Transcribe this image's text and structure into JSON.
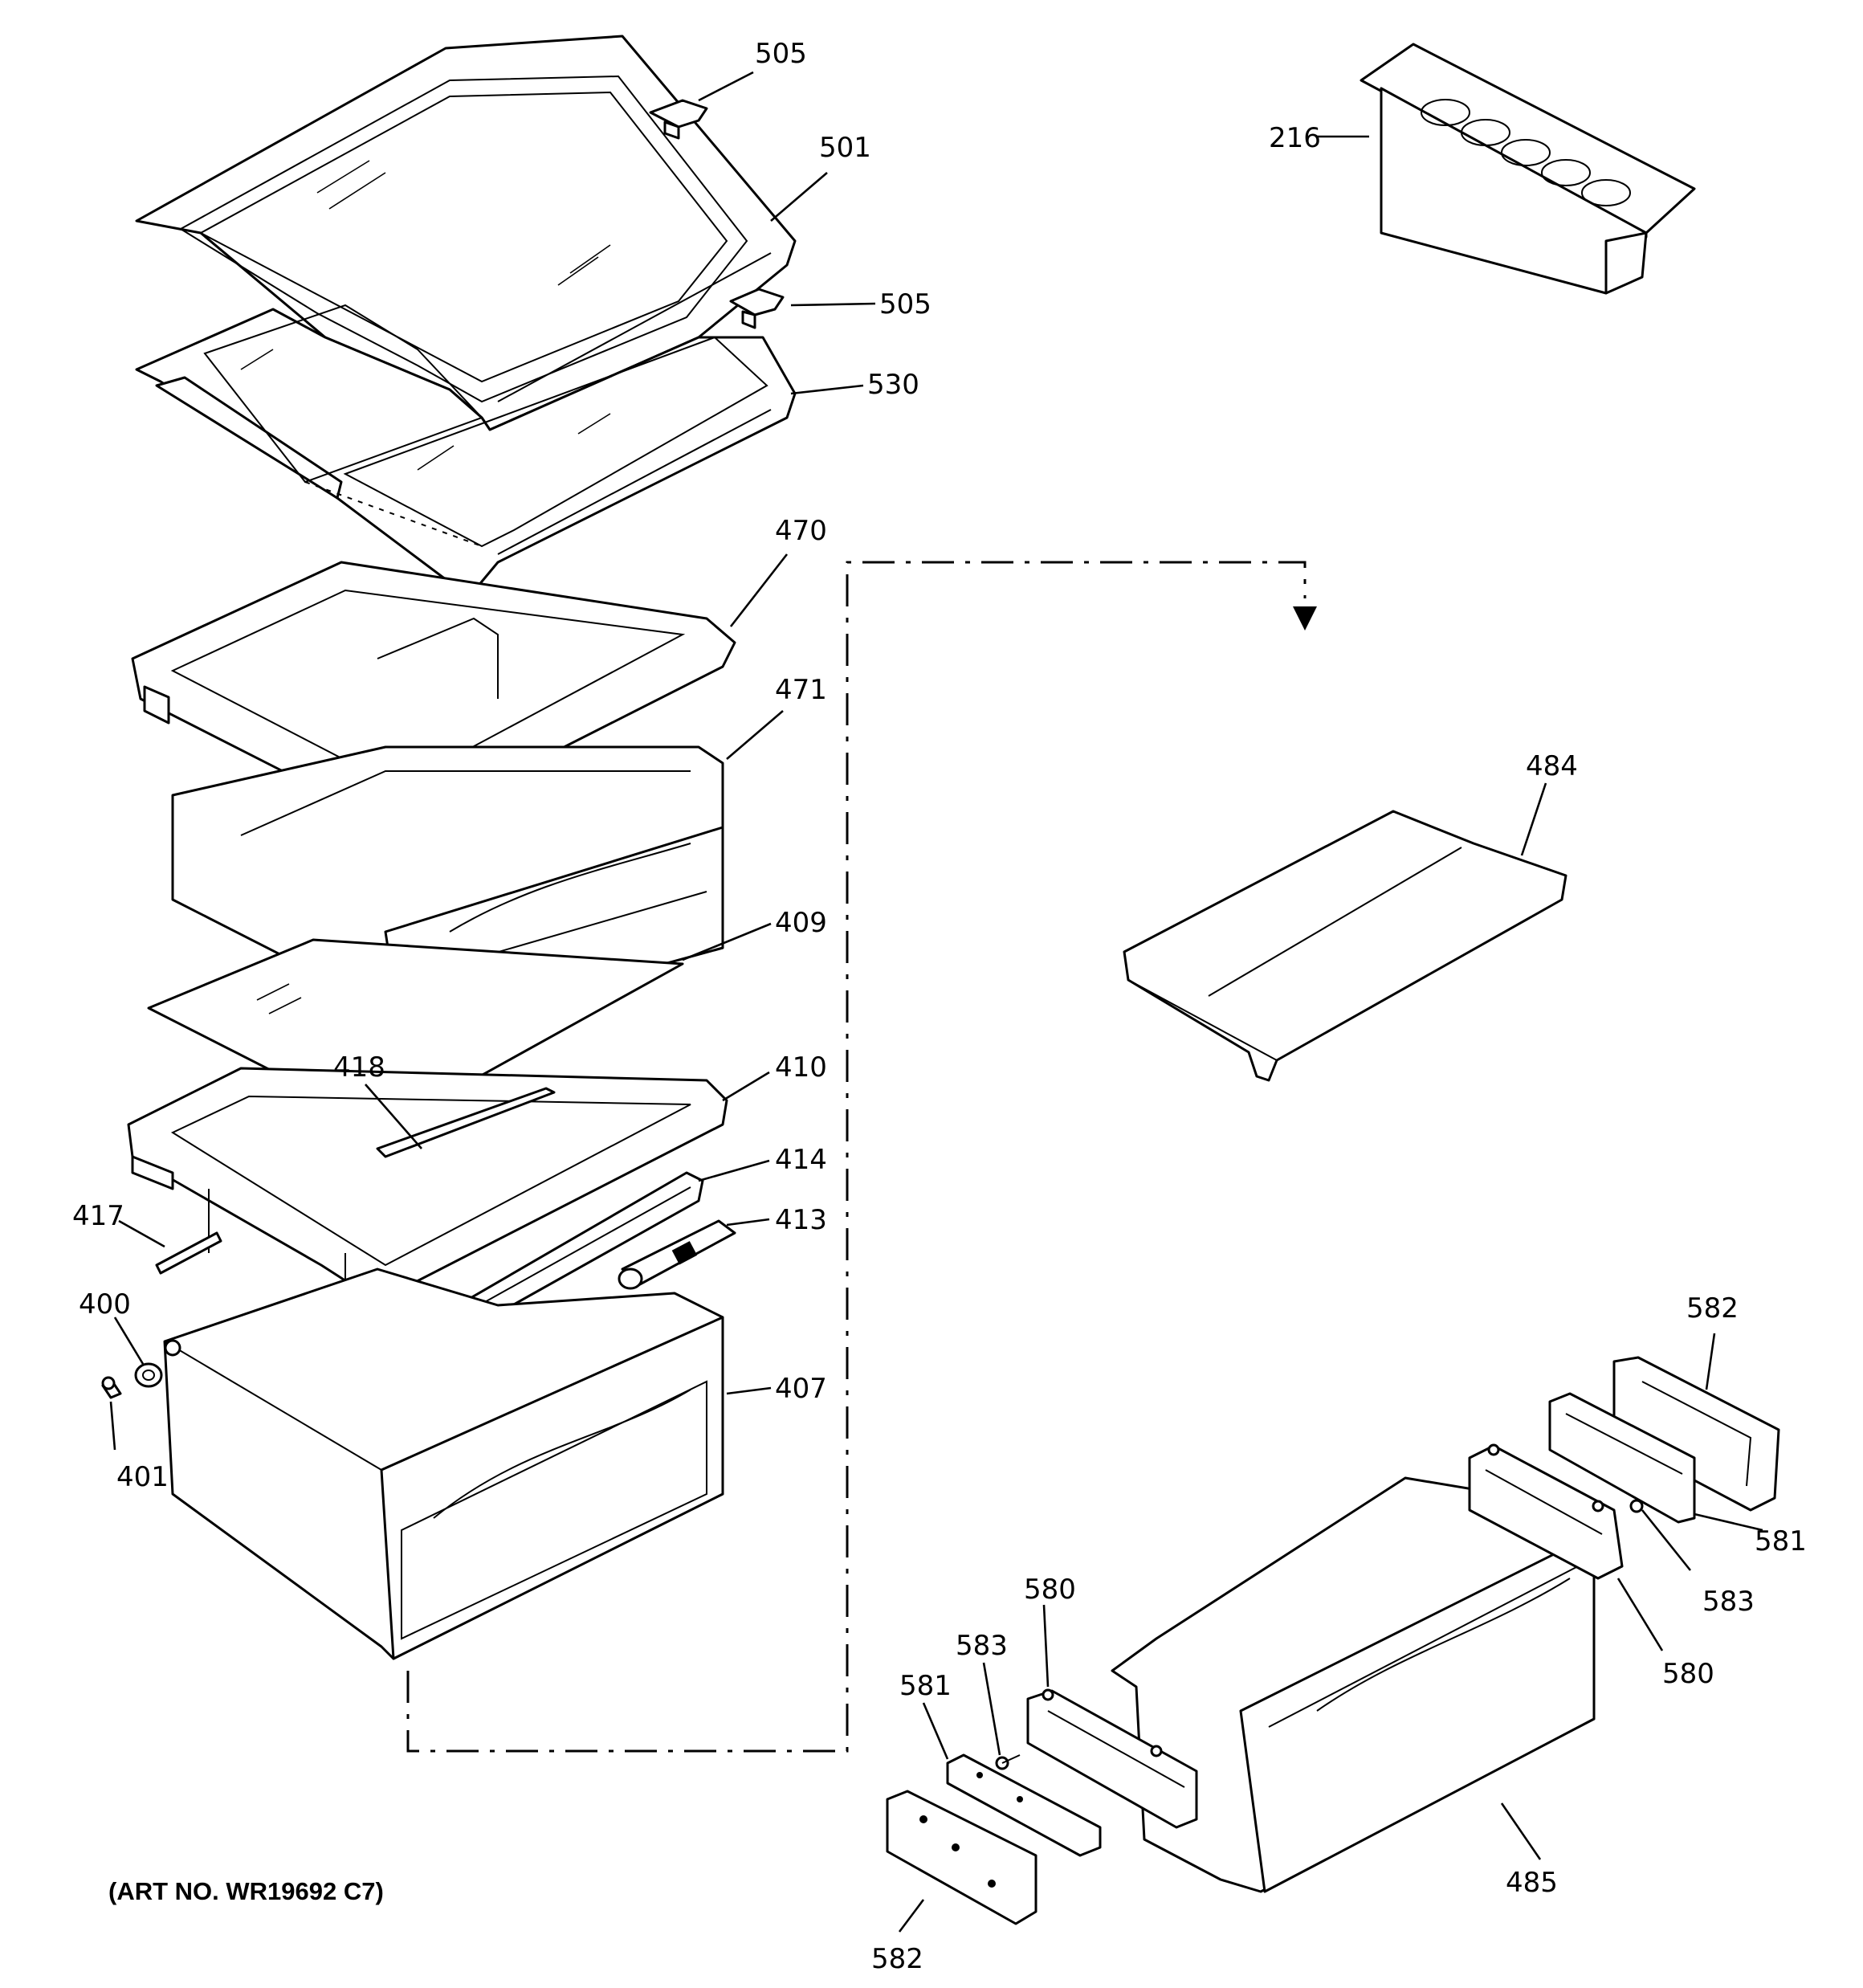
{
  "art_number": "(ART NO. WR19692 C7)",
  "callouts": {
    "c505a": "505",
    "c501": "501",
    "c505b": "505",
    "c530": "530",
    "c216": "216",
    "c470": "470",
    "c471": "471",
    "c409": "409",
    "c410": "410",
    "c418": "418",
    "c414": "414",
    "c413": "413",
    "c417": "417",
    "c400": "400",
    "c401": "401",
    "c407": "407",
    "c484": "484",
    "c582a": "582",
    "c581a": "581",
    "c583a": "583",
    "c580a": "580",
    "c580b": "580",
    "c583b": "583",
    "c581b": "581",
    "c582b": "582",
    "c485": "485"
  }
}
